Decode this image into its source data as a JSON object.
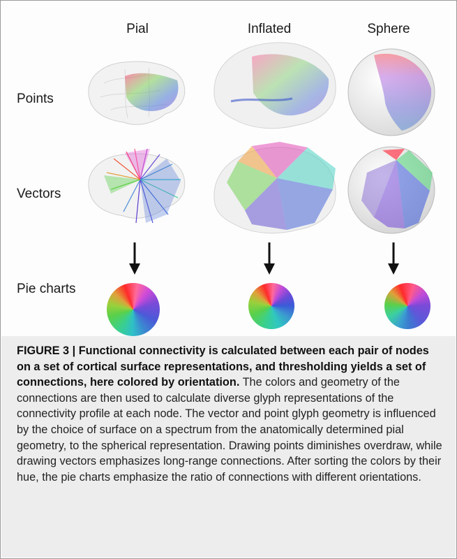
{
  "figure": {
    "columns": [
      "Pial",
      "Inflated",
      "Sphere"
    ],
    "rows": [
      "Points",
      "Vectors",
      "Pie charts"
    ]
  },
  "caption": {
    "label": "FIGURE 3 | Functional connectivity is calculated between each pair of nodes on a set of cortical surface representations, and thresholding yields a set of connections, here colored by orientation.",
    "body": " The colors and geometry of the connections are then used to calculate diverse glyph representations of the connectivity profile at each node. The vector and point glyph geometry is influenced by the choice of surface on a spectrum from the anatomically determined pial geometry, to the spherical representation. Drawing points diminishes overdraw, while drawing vectors emphasizes long-range connections. After sorting the colors by their hue, the pie charts emphasize the ratio of connections with different orientations."
  },
  "colors": {
    "caption_bg": "#ededed",
    "surface": "#f2f2f2",
    "arrow": "#111111"
  }
}
